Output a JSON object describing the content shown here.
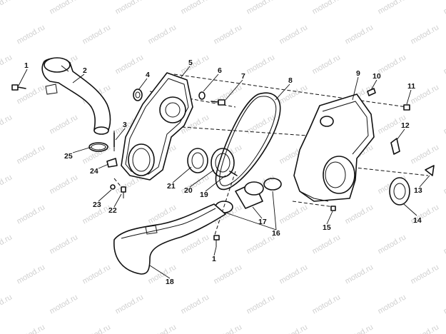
{
  "watermark": "motod.ru",
  "callouts": {
    "c1a": "1",
    "c2": "2",
    "c3": "3",
    "c4": "4",
    "c5": "5",
    "c6": "6",
    "c7": "7",
    "c8": "8",
    "c9": "9",
    "c10": "10",
    "c11": "11",
    "c12": "12",
    "c13": "13",
    "c14": "14",
    "c15": "15",
    "c16": "16",
    "c17": "17",
    "c18": "18",
    "c19": "19",
    "c20": "20",
    "c21": "21",
    "c22": "22",
    "c23": "23",
    "c24": "24",
    "c25": "25",
    "c1b": "1"
  },
  "colors": {
    "line": "#111111",
    "background": "#ffffff",
    "watermark": "#d0d0d0"
  }
}
